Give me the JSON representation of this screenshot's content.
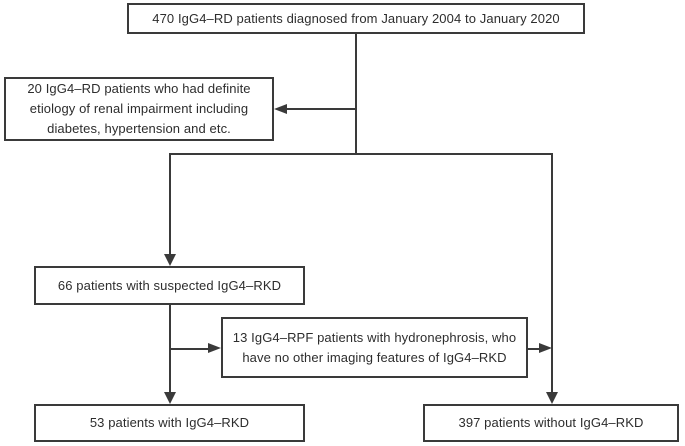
{
  "figure": {
    "type": "flowchart",
    "background_color": "#ffffff",
    "line_color": "#3a3a3a",
    "text_color": "#2d2d2d",
    "nodes": {
      "total": {
        "lines": [
          "470 IgG4–RD patients diagnosed from January 2004 to January 2020"
        ]
      },
      "excluded": {
        "lines": [
          "20 IgG4–RD patients who had definite",
          "etiology of renal impairment including",
          "diabetes, hypertension and etc."
        ]
      },
      "suspected": {
        "lines": [
          "66 patients with suspected IgG4–RKD"
        ]
      },
      "rpf": {
        "lines": [
          "13 IgG4–RPF patients with hydronephrosis, who",
          "have no other imaging features of IgG4–RKD"
        ]
      },
      "with_rkd": {
        "lines": [
          "53 patients with IgG4–RKD"
        ]
      },
      "without_rkd": {
        "lines": [
          "397 patients without IgG4–RKD"
        ]
      }
    }
  }
}
